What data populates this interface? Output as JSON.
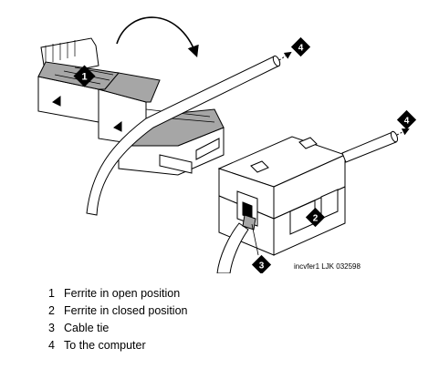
{
  "figure": {
    "callouts": [
      "1",
      "2",
      "3",
      "4",
      "4"
    ],
    "code": "incvfer1 LJK 032598"
  },
  "legend": [
    {
      "num": "1",
      "text": "Ferrite in open position"
    },
    {
      "num": "2",
      "text": "Ferrite in closed position"
    },
    {
      "num": "3",
      "text": "Cable tie"
    },
    {
      "num": "4",
      "text": "To the computer"
    }
  ],
  "colors": {
    "stroke": "#000000",
    "shade": "#a6a6a6",
    "callout_bg": "#000000",
    "callout_fg": "#ffffff"
  }
}
